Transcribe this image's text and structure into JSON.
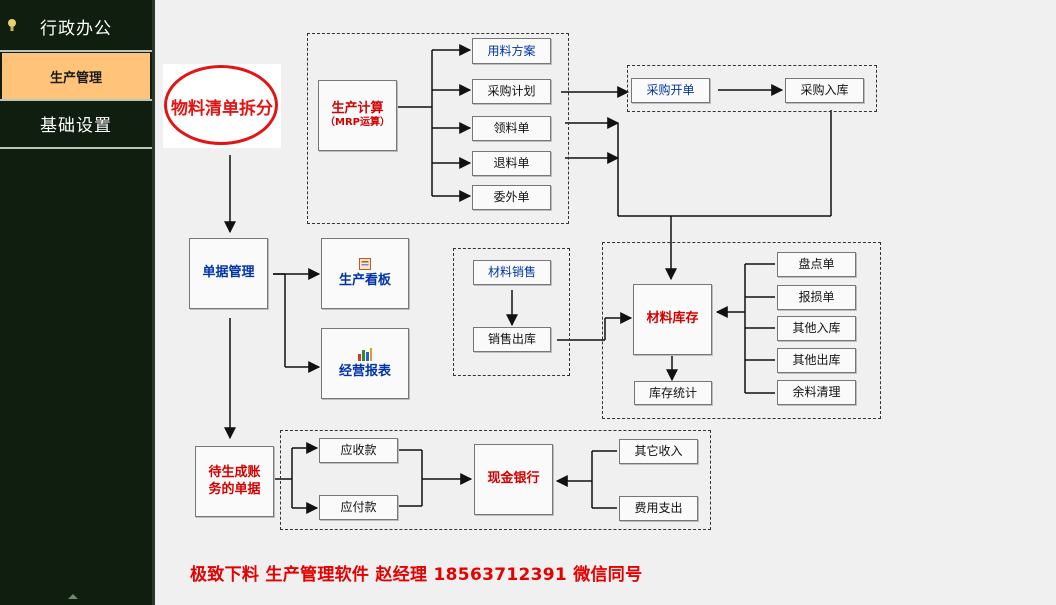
{
  "sidebar": {
    "items": [
      {
        "label": "行政办公"
      },
      {
        "label": "生产管理"
      },
      {
        "label": "基础设置"
      }
    ]
  },
  "flow": {
    "bom_split": "物料清单拆分",
    "production_calc": "生产计算",
    "mrp_calc": "（MRP运算）",
    "material_plan": "用料方案",
    "purchase_plan": "采购计划",
    "material_request": "领料单",
    "material_return": "退料单",
    "outsource_order": "委外单",
    "purchase_order": "采购开单",
    "purchase_inbound": "采购入库",
    "document_mgmt": "单据管理",
    "production_board": "生产看板",
    "business_report": "经营报表",
    "material_sales": "材料销售",
    "sales_outbound": "销售出库",
    "material_stock": "材料库存",
    "stock_stats": "库存统计",
    "inventory_check": "盘点单",
    "damage_report": "报损单",
    "other_inbound": "其他入库",
    "other_outbound": "其他出库",
    "leftover_clear": "余料清理",
    "pending_docs": "待生成账务的单据",
    "receivable": "应收款",
    "payable": "应付款",
    "cash_bank": "现金银行",
    "other_income": "其它收入",
    "expense": "费用支出"
  },
  "footer": {
    "text": "极致下料 生产管理软件 赵经理 18563712391 微信同号"
  },
  "colors": {
    "sidebar_bg": "#0f1e0f",
    "active_item": "#ffc37a",
    "accent_red": "#e31414",
    "title_blue": "#0033aa"
  }
}
